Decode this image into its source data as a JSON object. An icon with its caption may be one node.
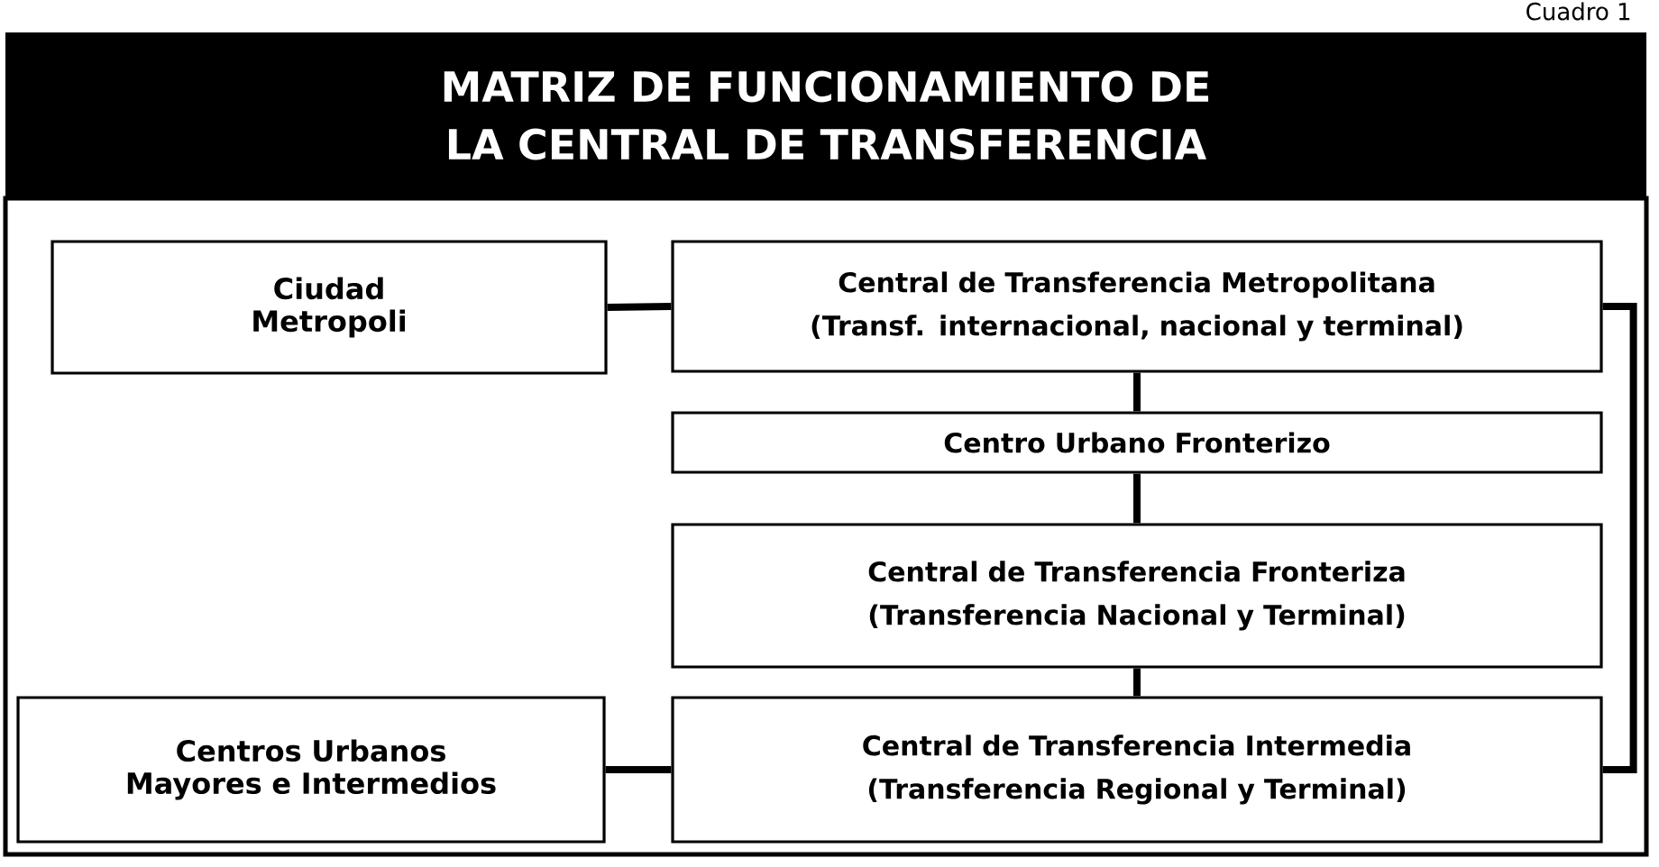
{
  "diagram": {
    "title": "MATRIZ DE FUNCIONAMIENTO DE LA CENTRAL DE TRANSFERENCIA",
    "nodes": [
      {
        "text": [
          "Ciudad Metropoli"
        ]
      },
      {
        "text": [
          "Central de Transferencia Metropolitana",
          "(Transf. internacional, nacional y terminal)"
        ]
      },
      {
        "text": [
          "Centro Urbano Fronterizo"
        ]
      },
      {
        "text": [
          "Central de Transferencia Fronteriza",
          "(Transferencia Nacional y Terminal)"
        ]
      },
      {
        "text": [
          "Centros Urbanos Mayores e Intermedios"
        ]
      },
      {
        "text": [
          "Central de Transferencia Intermedia",
          "(Transferencia Regional y Terminal)"
        ]
      }
    ],
    "edges": [
      {
        "from": 0,
        "to": 1,
        "arrow": "none"
      },
      {
        "from": 1,
        "to": 2,
        "arrow": "none"
      },
      {
        "from": 2,
        "to": 3,
        "arrow": "none"
      },
      {
        "from": 3,
        "to": 5,
        "arrow": "none"
      },
      {
        "from": 4,
        "to": 5,
        "arrow": "none"
      },
      {
        "from": 1,
        "to": 5,
        "arrow": "none"
      }
    ],
    "labels": [
      "Cuadro 1"
    ]
  }
}
